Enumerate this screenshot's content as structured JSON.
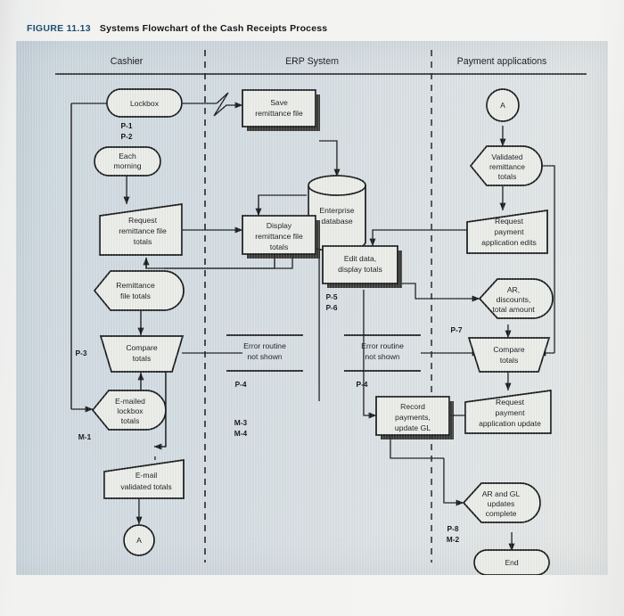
{
  "caption": {
    "figure_number": "FIGURE 11.13",
    "title": "Systems Flowchart of the Cash Receipts Process"
  },
  "columns": [
    {
      "id": "cashier",
      "label": "Cashier"
    },
    {
      "id": "erp",
      "label": "ERP System"
    },
    {
      "id": "payment",
      "label": "Payment applications"
    }
  ],
  "chart_data": {
    "type": "diagram",
    "diagram_type": "cross-functional-systems-flowchart",
    "title": "Systems Flowchart of the Cash Receipts Process",
    "swimlanes": [
      "Cashier",
      "ERP System",
      "Payment applications"
    ],
    "nodes": [
      {
        "id": "lockbox",
        "lane": "Cashier",
        "shape": "terminal",
        "text": "Lockbox"
      },
      {
        "id": "each_morning",
        "lane": "Cashier",
        "shape": "terminal",
        "text": "Each morning"
      },
      {
        "id": "request_rem_totals",
        "lane": "Cashier",
        "shape": "manual-input",
        "text": "Request remittance file totals"
      },
      {
        "id": "remittance_file_totals",
        "lane": "Cashier",
        "shape": "display",
        "text": "Remittance file totals"
      },
      {
        "id": "compare_totals_cashier",
        "lane": "Cashier",
        "shape": "manual-operation",
        "text": "Compare totals"
      },
      {
        "id": "emailed_lockbox_totals",
        "lane": "Cashier",
        "shape": "display",
        "text": "E-mailed lockbox totals"
      },
      {
        "id": "email_validated_totals",
        "lane": "Cashier",
        "shape": "manual-input",
        "text": "E-mail validated totals"
      },
      {
        "id": "connector_a_cashier",
        "lane": "Cashier",
        "shape": "connector",
        "text": "A"
      },
      {
        "id": "save_remittance_file",
        "lane": "ERP System",
        "shape": "process",
        "text": "Save remittance file"
      },
      {
        "id": "enterprise_database",
        "lane": "ERP System",
        "shape": "database",
        "text": "Enterprise database"
      },
      {
        "id": "display_rem_totals",
        "lane": "ERP System",
        "shape": "process",
        "text": "Display remittance file totals"
      },
      {
        "id": "edit_data_display_totals",
        "lane": "ERP System",
        "shape": "process",
        "text": "Edit data, display totals"
      },
      {
        "id": "error_routine_left",
        "lane": "ERP System",
        "shape": "open-rectangle",
        "text": "Error routine not shown"
      },
      {
        "id": "error_routine_right",
        "lane": "ERP System",
        "shape": "open-rectangle",
        "text": "Error routine not shown"
      },
      {
        "id": "record_payments",
        "lane": "ERP System",
        "shape": "process",
        "text": "Record payments, update GL"
      },
      {
        "id": "connector_a_payment",
        "lane": "Payment applications",
        "shape": "connector",
        "text": "A"
      },
      {
        "id": "validated_rem_totals",
        "lane": "Payment applications",
        "shape": "display",
        "text": "Validated remittance totals"
      },
      {
        "id": "request_app_edits",
        "lane": "Payment applications",
        "shape": "manual-input",
        "text": "Request payment application edits"
      },
      {
        "id": "ar_discounts",
        "lane": "Payment applications",
        "shape": "display",
        "text": "AR, discounts, total amount"
      },
      {
        "id": "compare_totals_payment",
        "lane": "Payment applications",
        "shape": "manual-operation",
        "text": "Compare totals"
      },
      {
        "id": "request_app_update",
        "lane": "Payment applications",
        "shape": "manual-input",
        "text": "Request payment application update"
      },
      {
        "id": "ar_gl_complete",
        "lane": "Payment applications",
        "shape": "display",
        "text": "AR and GL updates complete"
      },
      {
        "id": "end",
        "lane": "Payment applications",
        "shape": "terminal",
        "text": "End"
      }
    ],
    "reference_labels": [
      {
        "id": "ref_p1_p2",
        "text": "P-1",
        "lane": "Cashier"
      },
      {
        "id": "ref_p2",
        "text": "P-2",
        "lane": "Cashier"
      },
      {
        "id": "ref_p3",
        "text": "P-3",
        "lane": "Cashier"
      },
      {
        "id": "ref_m1",
        "text": "M-1",
        "lane": "Cashier"
      },
      {
        "id": "ref_p4_left",
        "text": "P-4",
        "lane": "ERP System"
      },
      {
        "id": "ref_m3",
        "text": "M-3",
        "lane": "ERP System"
      },
      {
        "id": "ref_m4",
        "text": "M-4",
        "lane": "ERP System"
      },
      {
        "id": "ref_p5",
        "text": "P-5",
        "lane": "ERP System"
      },
      {
        "id": "ref_p6",
        "text": "P-6",
        "lane": "ERP System"
      },
      {
        "id": "ref_p4_right",
        "text": "P-4",
        "lane": "ERP System"
      },
      {
        "id": "ref_p7",
        "text": "P-7",
        "lane": "Payment applications"
      },
      {
        "id": "ref_p8",
        "text": "P-8",
        "lane": "Payment applications"
      },
      {
        "id": "ref_m2",
        "text": "M-2",
        "lane": "Payment applications"
      }
    ]
  },
  "nodes": {
    "lockbox": "Lockbox",
    "each_morning_1": "Each",
    "each_morning_2": "morning",
    "request_rem_1": "Request",
    "request_rem_2": "remittance file",
    "request_rem_3": "totals",
    "rem_file_totals_1": "Remittance",
    "rem_file_totals_2": "file totals",
    "compare_totals_c_1": "Compare",
    "compare_totals_c_2": "totals",
    "emailed_lockbox_1": "E-mailed",
    "emailed_lockbox_2": "lockbox",
    "emailed_lockbox_3": "totals",
    "email_validated_1": "E-mail",
    "email_validated_2": "validated totals",
    "connector_a_cashier": "A",
    "save_rem_1": "Save",
    "save_rem_2": "remittance file",
    "enterprise_db_1": "Enterprise",
    "enterprise_db_2": "database",
    "display_rem_1": "Display",
    "display_rem_2": "remittance file",
    "display_rem_3": "totals",
    "edit_data_1": "Edit data,",
    "edit_data_2": "display totals",
    "error_left_1": "Error routine",
    "error_left_2": "not shown",
    "error_right_1": "Error routine",
    "error_right_2": "not shown",
    "record_pay_1": "Record",
    "record_pay_2": "payments,",
    "record_pay_3": "update GL",
    "connector_a_payment": "A",
    "validated_rem_1": "Validated",
    "validated_rem_2": "remittance",
    "validated_rem_3": "totals",
    "req_app_edits_1": "Request",
    "req_app_edits_2": "payment",
    "req_app_edits_3": "application edits",
    "ar_disc_1": "AR,",
    "ar_disc_2": "discounts,",
    "ar_disc_3": "total amount",
    "compare_totals_p_1": "Compare",
    "compare_totals_p_2": "totals",
    "req_app_update_1": "Request",
    "req_app_update_2": "payment",
    "req_app_update_3": "application update",
    "ar_gl_1": "AR and GL",
    "ar_gl_2": "updates",
    "ar_gl_3": "complete",
    "end": "End"
  },
  "refs": {
    "p1": "P-1",
    "p2": "P-2",
    "p3": "P-3",
    "m1": "M-1",
    "p4_left": "P-4",
    "m3": "M-3",
    "m4": "M-4",
    "p5": "P-5",
    "p6": "P-6",
    "p4_right": "P-4",
    "p7": "P-7",
    "p8": "P-8",
    "m2": "M-2"
  },
  "colors": {
    "shape_fill": "#eceeea",
    "stroke": "#17191a",
    "panel_bg": "#d6dee3",
    "figure_label": "#1d4f73"
  }
}
